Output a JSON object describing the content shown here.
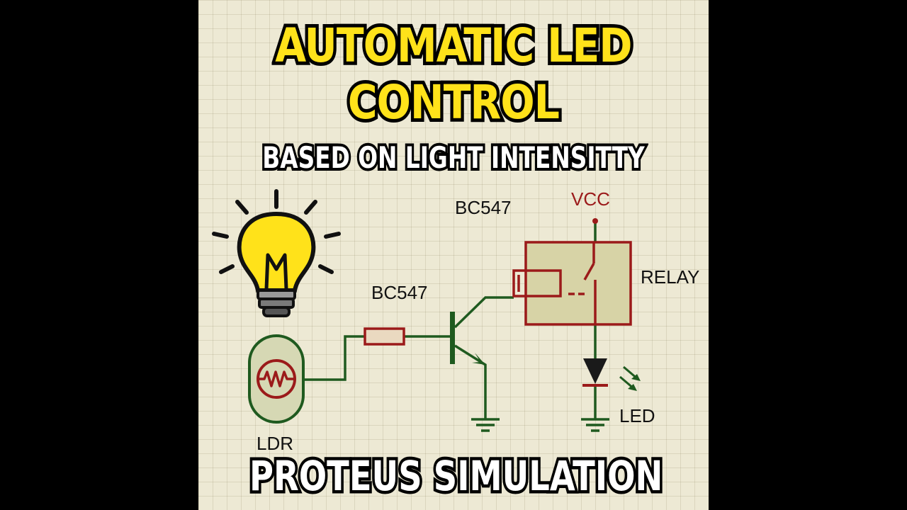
{
  "title": {
    "line1": "AUTOMATIC LED",
    "line2": "CONTROL",
    "subtitle": "BASED ON LIGHT INTENSITTY"
  },
  "footer": "PROTEUS SIMULATION",
  "labels": {
    "ldr": "LDR",
    "transistor": "BC547",
    "relay_part": "BC547",
    "vcc": "VCC",
    "relay": "RELAY",
    "led": "LED"
  },
  "colors": {
    "title_yellow": "#ffe21a",
    "wire": "#1f5a1f",
    "component": "#9b1a1a",
    "relay_fill": "#d7d3a6",
    "background": "#ede9d4",
    "bulb": "#ffe21a"
  },
  "icons": {
    "bulb": "light-bulb-icon",
    "ldr": "ldr-symbol",
    "ground": "ground-symbol",
    "led": "led-diode-symbol"
  }
}
